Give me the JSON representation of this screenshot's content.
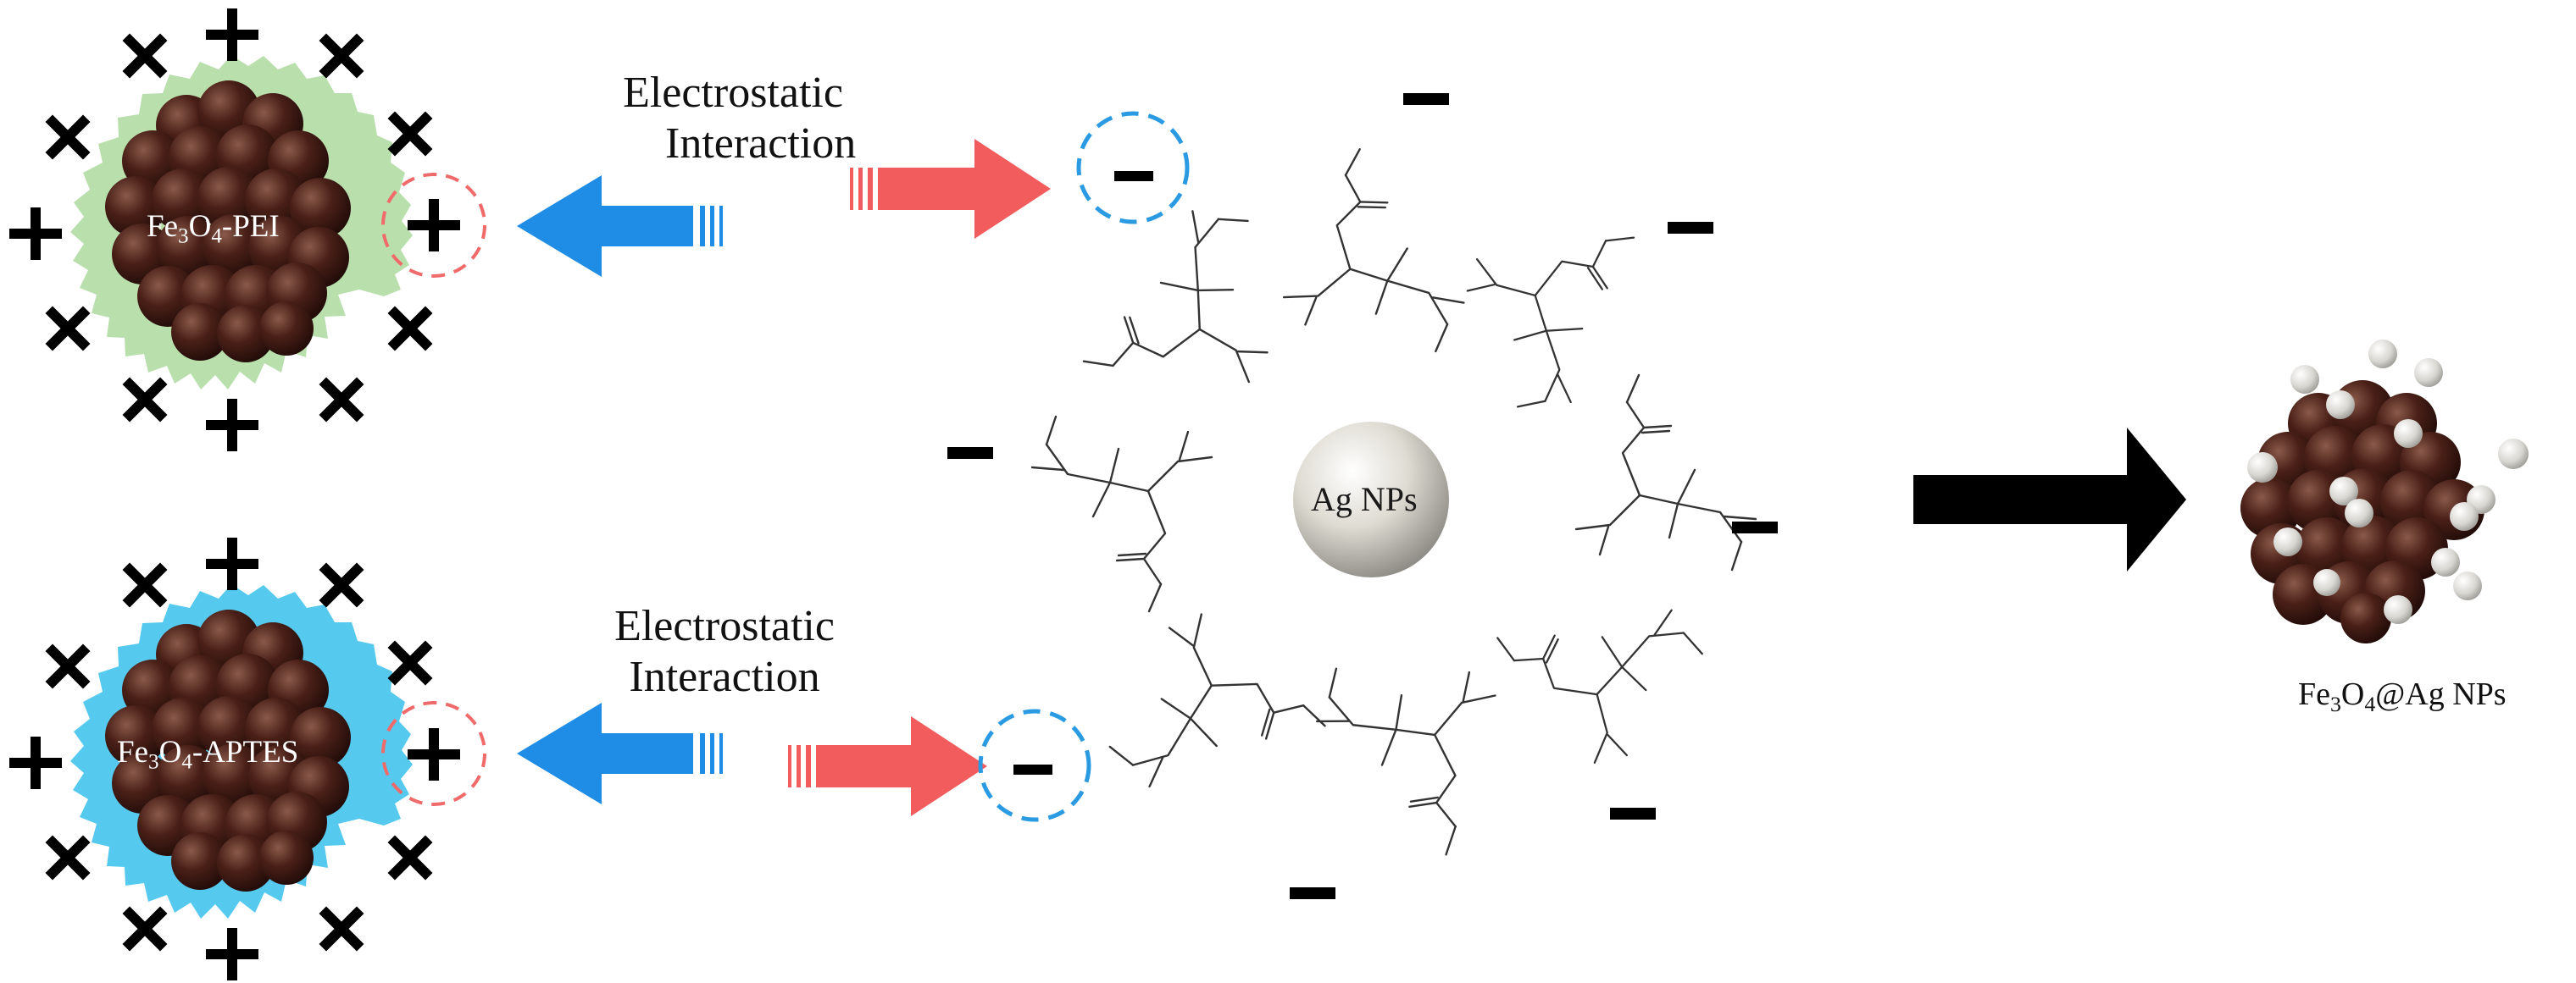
{
  "captions": {
    "interaction_top_line1": "Electrostatic",
    "interaction_top_line2": "Interaction",
    "interaction_bottom_line1": "Electrostatic",
    "interaction_bottom_line2": "Interaction"
  },
  "particles": {
    "pei": {
      "prefix": "Fe",
      "sub1": "3",
      "mid": "O",
      "sub2": "4",
      "suffix": "-PEI",
      "shell_color": "#b9dfad"
    },
    "aptes": {
      "prefix": "Fe",
      "sub1": "3",
      "mid": "O",
      "sub2": "4",
      "suffix": "-APTES",
      "shell_color": "#56c9ee"
    },
    "core_color": "#3a1712"
  },
  "ag": {
    "label": "Ag NPs"
  },
  "product": {
    "prefix": "Fe",
    "sub1": "3",
    "mid": "O",
    "sub2": "4",
    "suffix": "@Ag NPs"
  },
  "colors": {
    "blue_arrow": "#1f8ce6",
    "red_arrow": "#f25c5c",
    "dashed_red": "#f06a6a",
    "dashed_blue": "#2a9ae2",
    "black_arrow": "#000000"
  }
}
